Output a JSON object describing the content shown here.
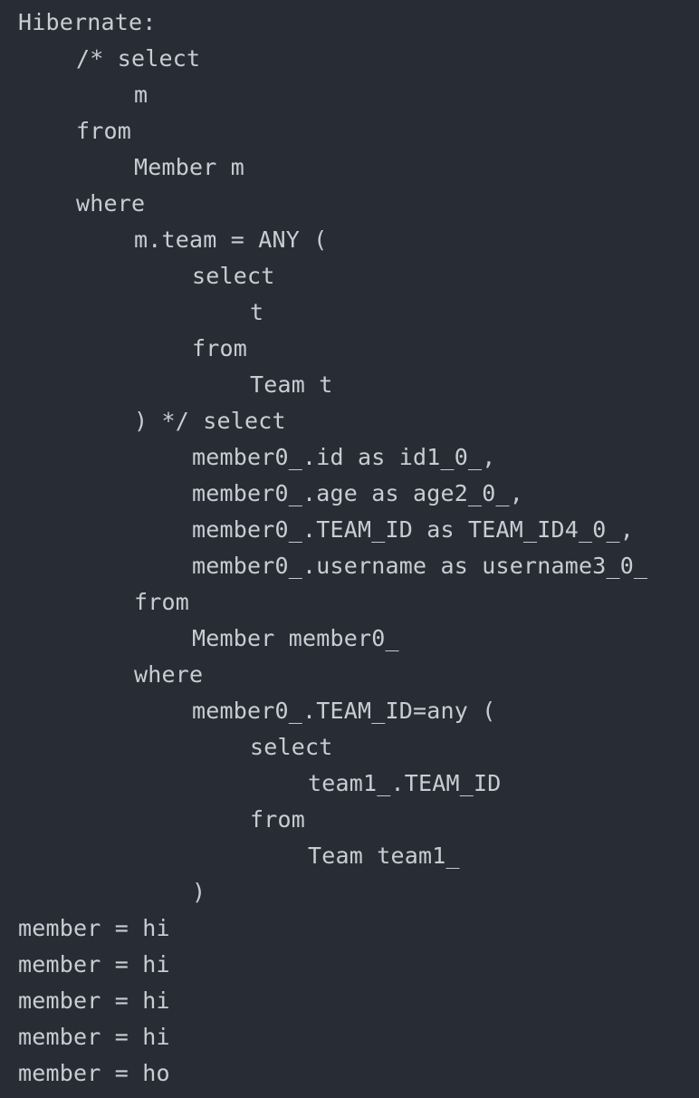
{
  "console": {
    "lines": [
      {
        "text": "Hibernate:",
        "indent": 0
      },
      {
        "text": "/* select",
        "indent": 1
      },
      {
        "text": "m",
        "indent": 2
      },
      {
        "text": "from",
        "indent": 1
      },
      {
        "text": "Member m",
        "indent": 2
      },
      {
        "text": "where",
        "indent": 1
      },
      {
        "text": "m.team = ANY (",
        "indent": 2
      },
      {
        "text": "select",
        "indent": 3
      },
      {
        "text": "t",
        "indent": 4
      },
      {
        "text": "from",
        "indent": 3
      },
      {
        "text": "Team t",
        "indent": 4
      },
      {
        "text": ") */ select",
        "indent": 2
      },
      {
        "text": "member0_.id as id1_0_,",
        "indent": 3
      },
      {
        "text": "member0_.age as age2_0_,",
        "indent": 3
      },
      {
        "text": "member0_.TEAM_ID as TEAM_ID4_0_,",
        "indent": 3
      },
      {
        "text": "member0_.username as username3_0_",
        "indent": 3
      },
      {
        "text": "from",
        "indent": 2
      },
      {
        "text": "Member member0_",
        "indent": 3
      },
      {
        "text": "where",
        "indent": 2
      },
      {
        "text": "member0_.TEAM_ID=any (",
        "indent": 3
      },
      {
        "text": "select",
        "indent": 4
      },
      {
        "text": "team1_.TEAM_ID",
        "indent": 5
      },
      {
        "text": "from",
        "indent": 4
      },
      {
        "text": "Team team1_",
        "indent": 5
      },
      {
        "text": ")",
        "indent": 3
      },
      {
        "text": "member = hi",
        "indent": 0
      },
      {
        "text": "member = hi",
        "indent": 0
      },
      {
        "text": "member = hi",
        "indent": 0
      },
      {
        "text": "member = hi",
        "indent": 0
      },
      {
        "text": "member = ho",
        "indent": 0
      }
    ]
  },
  "colors": {
    "background": "#282c34",
    "text": "#c9cdd3"
  }
}
